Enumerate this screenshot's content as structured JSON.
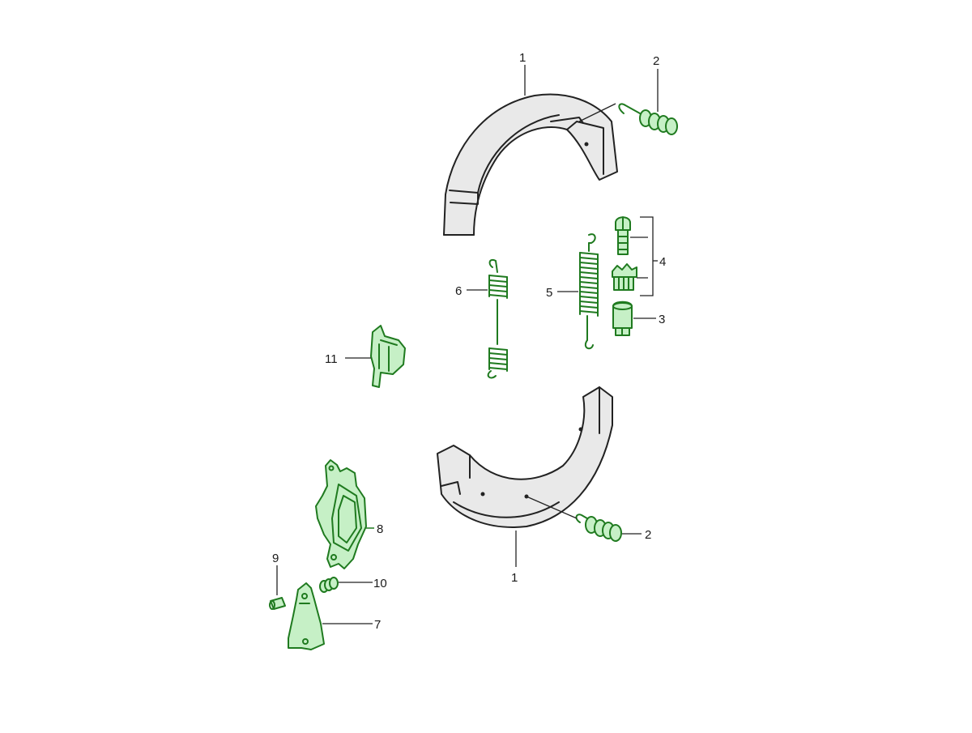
{
  "diagram": {
    "labels": {
      "l1_top": "1",
      "l1_bottom": "1",
      "l2_top": "2",
      "l2_bottom": "2",
      "l3": "3",
      "l4": "4",
      "l5": "5",
      "l6": "6",
      "l7": "7",
      "l8": "8",
      "l9": "9",
      "l10": "10",
      "l11": "11"
    },
    "colors": {
      "highlight_part": "#c6f0c6",
      "highlight_outline": "#1f7a1f",
      "ink": "#222222",
      "background": "#ffffff"
    }
  }
}
